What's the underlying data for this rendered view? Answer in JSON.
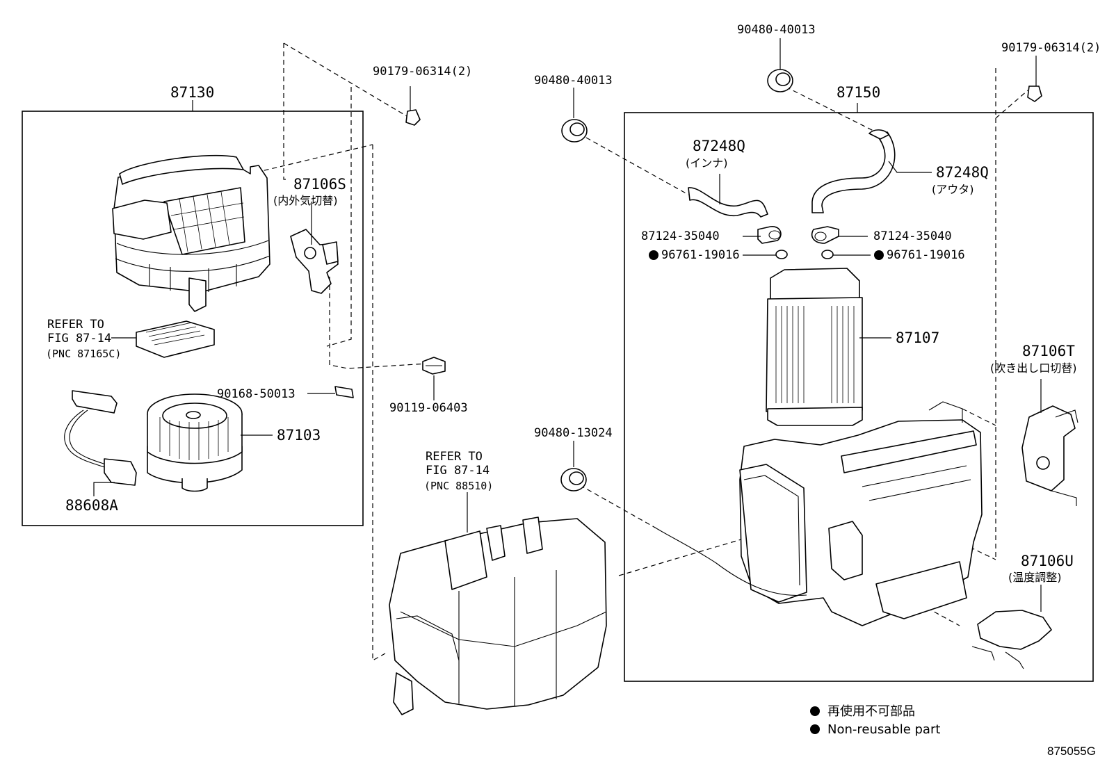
{
  "assemblies": {
    "left_box": "87130",
    "right_box": "87150"
  },
  "parts": {
    "screw_top_left": "90179-06314(2)",
    "screw_top_right": "90179-06314(2)",
    "grommet_a": "90480-40013",
    "grommet_b": "90480-40013",
    "grommet_c": "90480-13024",
    "servo_s": "87106S",
    "servo_s_jp": "(内外気切替)",
    "servo_t": "87106T",
    "servo_t_jp": "(吹き出し口切替)",
    "servo_u": "87106U",
    "servo_u_jp": "(温度調整)",
    "hose_inner": "87248Q",
    "hose_inner_jp": "(インナ)",
    "hose_outer": "87248Q",
    "hose_outer_jp": "(アウタ)",
    "clamp_left": "87124-35040",
    "clamp_right": "87124-35040",
    "oring_left": "96761-19016",
    "oring_right": "96761-19016",
    "heater_core": "87107",
    "blower_motor": "87103",
    "wire_harness": "88608A",
    "bolt_a": "90168-50013",
    "bolt_b": "90119-06403"
  },
  "references": {
    "ref1_l1": "REFER TO",
    "ref1_l2": "FIG 87-14",
    "ref1_l3": "(PNC 87165C)",
    "ref2_l1": "REFER TO",
    "ref2_l2": "FIG 87-14",
    "ref2_l3": "(PNC 88510)"
  },
  "legend": {
    "jp": "再使用不可部品",
    "en": "Non-reusable part"
  },
  "diagram_id": "875055G"
}
